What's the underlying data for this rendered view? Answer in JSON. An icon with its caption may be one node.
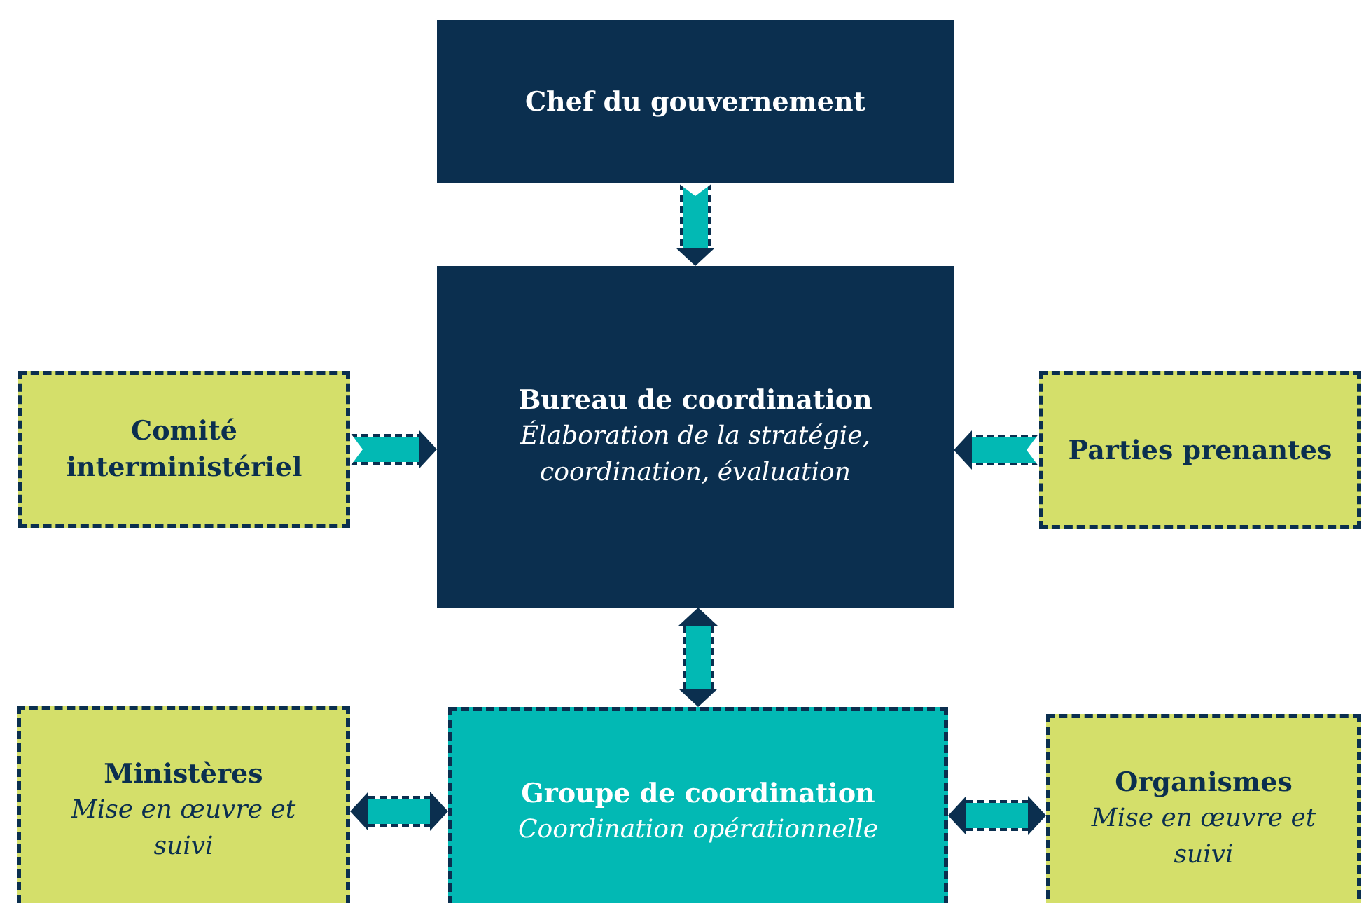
{
  "diagram": {
    "nodes": [
      {
        "text": [
          "Chef du gouvernement"
        ]
      },
      {
        "text": [
          "Bureau de coordination",
          "Élaboration de la stratégie, coordination, évaluation"
        ]
      },
      {
        "text": [
          "Comité interministériel"
        ]
      },
      {
        "text": [
          "Parties prenantes"
        ]
      },
      {
        "text": [
          "Ministères",
          "Mise en œuvre et suivi"
        ]
      },
      {
        "text": [
          "Groupe de coordination",
          "Coordination opérationnelle"
        ]
      },
      {
        "text": [
          "Organismes",
          "Mise en œuvre et suivi"
        ]
      }
    ],
    "edges": [
      {
        "from": 0,
        "to": 1,
        "arrow": "to"
      },
      {
        "from": 2,
        "to": 1,
        "arrow": "to"
      },
      {
        "from": 3,
        "to": 1,
        "arrow": "to"
      },
      {
        "from": 1,
        "to": 5,
        "arrow": "both"
      },
      {
        "from": 4,
        "to": 5,
        "arrow": "both"
      },
      {
        "from": 5,
        "to": 6,
        "arrow": "both"
      }
    ]
  }
}
